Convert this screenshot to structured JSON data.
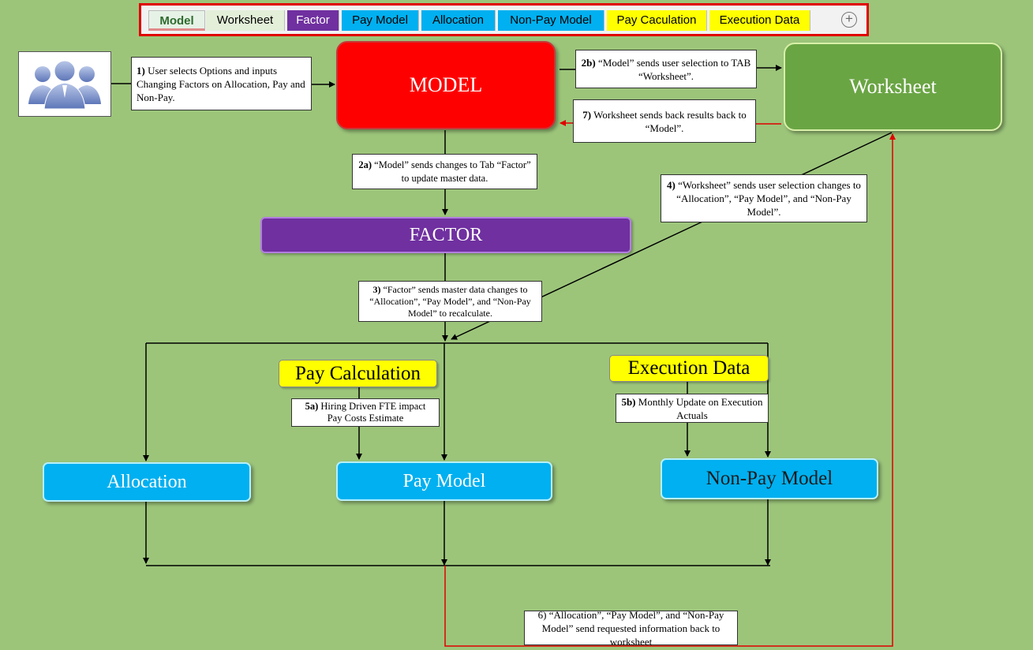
{
  "tabs": [
    {
      "label": "Model",
      "bg": "#e6f2e6",
      "color": "#2e6b2e"
    },
    {
      "label": "Worksheet",
      "bg": "#e3efd9",
      "color": "#000000"
    },
    {
      "label": "Factor",
      "bg": "#7030a0",
      "color": "#ffffff"
    },
    {
      "label": "Pay Model",
      "bg": "#00b0f0",
      "color": "#000000"
    },
    {
      "label": "Allocation",
      "bg": "#00b0f0",
      "color": "#000000"
    },
    {
      "label": "Non-Pay Model",
      "bg": "#00b0f0",
      "color": "#000000"
    },
    {
      "label": "Pay Caculation",
      "bg": "#ffff00",
      "color": "#000000"
    },
    {
      "label": "Execution Data",
      "bg": "#ffff00",
      "color": "#000000"
    }
  ],
  "nodes": {
    "model": "MODEL",
    "worksheet": "Worksheet",
    "factor": "FACTOR",
    "pay_calculation": "Pay Calculation",
    "execution_data": "Execution Data",
    "allocation": "Allocation",
    "pay_model": "Pay Model",
    "non_pay_model": "Non-Pay Model"
  },
  "notes": {
    "step1": {
      "num": "1)",
      "text": " User selects Options and inputs Changing Factors on Allocation, Pay and Non-Pay."
    },
    "step2b": {
      "num": "2b)",
      "text": " “Model” sends user selection to TAB “Worksheet”."
    },
    "step7": {
      "num": "7)",
      "text": " Worksheet sends back results back to “Model”."
    },
    "step2a": {
      "num": "2a)",
      "text": " “Model” sends changes to Tab “Factor” to update master data."
    },
    "step4": {
      "num": "4)",
      "text": " “Worksheet” sends user selection changes to “Allocation”, “Pay Model”, and “Non-Pay Model”."
    },
    "step3": {
      "num": "3)",
      "text": " “Factor” sends master data changes to “Allocation”, “Pay Model”, and “Non-Pay Model” to recalculate."
    },
    "step5a": {
      "num": "5a)",
      "text": " Hiring Driven FTE impact  Pay Costs Estimate"
    },
    "step5b": {
      "num": "5b)",
      "text": " Monthly Update on Execution Actuals"
    },
    "step6": {
      "num": "",
      "text": "6) “Allocation”, “Pay Model”, and “Non-Pay Model” send requested information back to worksheet"
    }
  },
  "icons": {
    "users": "users-group-icon",
    "add_tab": "plus-circle-icon"
  },
  "colors": {
    "background": "#9cc57a",
    "return_line": "#e00000",
    "flow_line": "#000000"
  }
}
